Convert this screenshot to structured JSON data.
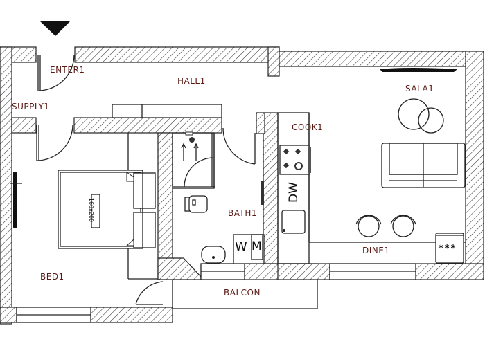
{
  "plan": {
    "title": "Apartment floor plan",
    "entrance_marker": "entrance-arrow",
    "rooms": [
      {
        "id": "enter",
        "label": "ENTER1"
      },
      {
        "id": "hall",
        "label": "HALL1"
      },
      {
        "id": "supply",
        "label": "SUPPLY1"
      },
      {
        "id": "sala",
        "label": "SALA1"
      },
      {
        "id": "cook",
        "label": "COOK1"
      },
      {
        "id": "bath",
        "label": "BATH1"
      },
      {
        "id": "bed",
        "label": "BED1"
      },
      {
        "id": "balcon",
        "label": "BALCON"
      },
      {
        "id": "dine",
        "label": "DINE1"
      }
    ],
    "fixtures": {
      "bed_size": "160x200",
      "dishwasher": "DW",
      "washing_machine_w": "W",
      "washing_machine_m": "M",
      "appliance_stars": "***"
    },
    "colors": {
      "label": "#5a1a14",
      "lines": "#222222",
      "background": "#ffffff"
    }
  }
}
